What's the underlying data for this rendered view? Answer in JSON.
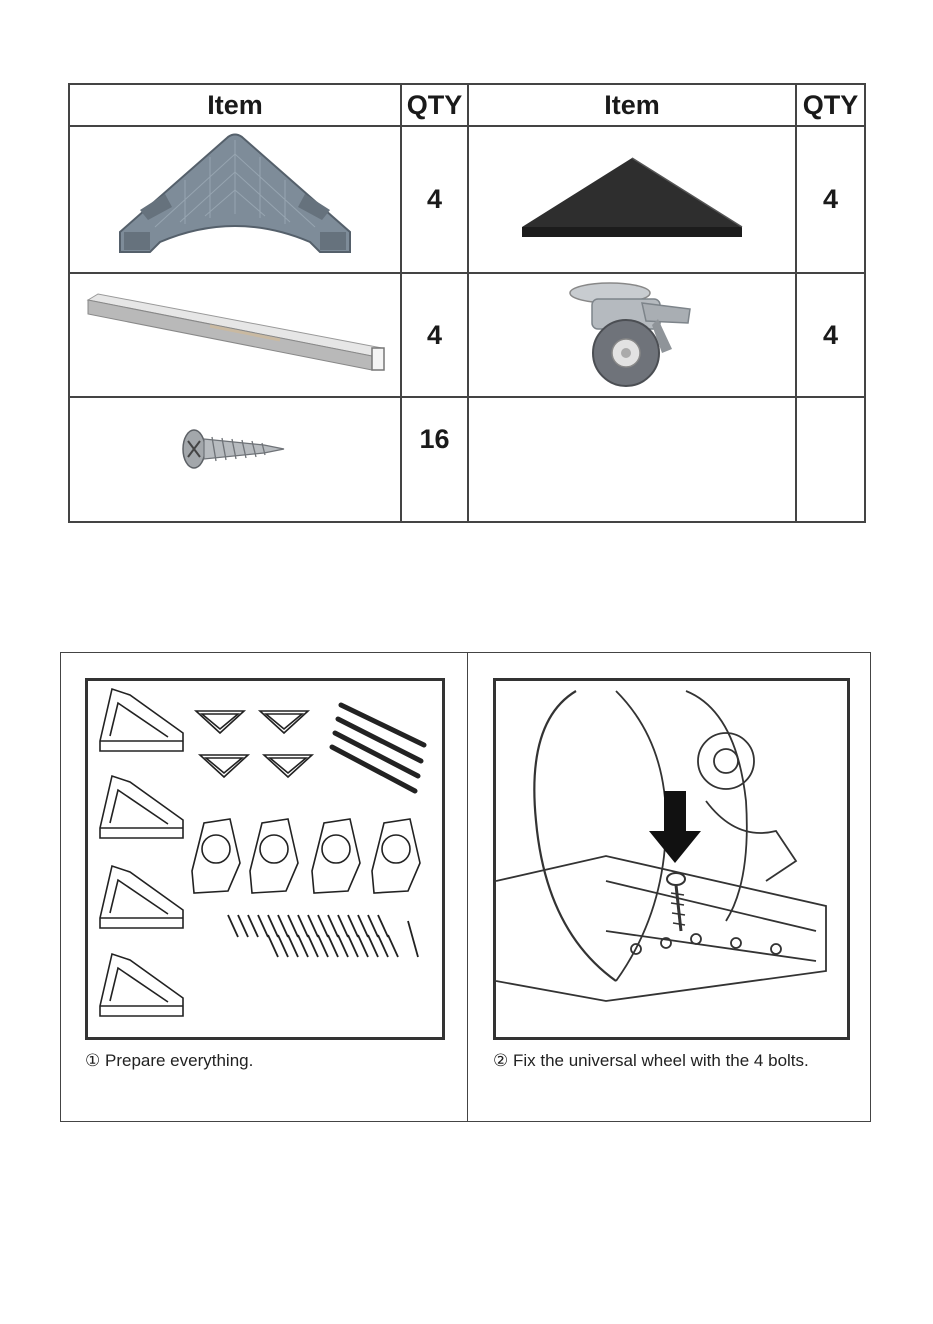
{
  "parts_table": {
    "headers": [
      "Item",
      "QTY",
      "Item",
      "QTY"
    ],
    "rows": [
      {
        "left_item": {
          "icon": "corner-bracket-icon",
          "qty": "4"
        },
        "right_item": {
          "icon": "triangle-pad-icon",
          "qty": "4"
        }
      },
      {
        "left_item": {
          "icon": "square-tube-bar-icon",
          "qty": "4"
        },
        "right_item": {
          "icon": "caster-wheel-icon",
          "qty": "4"
        }
      },
      {
        "left_item": {
          "icon": "screw-icon",
          "qty": "16"
        },
        "right_item": {
          "icon": "",
          "qty": ""
        }
      }
    ]
  },
  "steps": [
    {
      "number": "①",
      "caption": "Prepare everything.",
      "illustration": "parts-overview-illustration"
    },
    {
      "number": "②",
      "caption": "Fix the universal wheel with the 4 bolts.",
      "illustration": "wheel-bolt-illustration"
    }
  ],
  "colors": {
    "border": "#444444",
    "bracket": "#7e8c99",
    "pad": "#2e2e2e",
    "text": "#1a1a1a"
  }
}
